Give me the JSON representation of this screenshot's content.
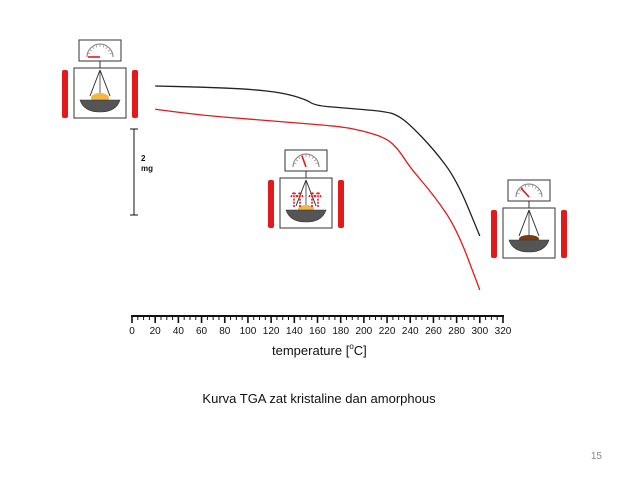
{
  "slide": {
    "caption": "Kurva TGA  zat kristaline dan amorphous",
    "page_number": "15"
  },
  "chart_data": {
    "type": "line",
    "title": "",
    "xlabel": "temperature",
    "xlabel_unit": "[°C]",
    "ylabel": "",
    "xlim": [
      0,
      320
    ],
    "x_ticks": [
      0,
      20,
      40,
      60,
      80,
      100,
      120,
      140,
      160,
      180,
      200,
      220,
      240,
      260,
      280,
      300,
      320
    ],
    "scale_bar": {
      "value": "2",
      "unit": "mg"
    },
    "series": [
      {
        "color": "#222222",
        "x": [
          20,
          60,
          100,
          130,
          150,
          158,
          180,
          220,
          230,
          240,
          260,
          280,
          300
        ],
        "y": [
          0,
          0.15,
          0.4,
          0.9,
          1.8,
          2.6,
          2.9,
          3.4,
          4.0,
          5.2,
          8.4,
          12.5,
          20.0
        ]
      },
      {
        "color": "#e31a1c",
        "x": [
          20,
          60,
          100,
          140,
          180,
          200,
          220,
          230,
          240,
          260,
          280,
          300
        ],
        "y": [
          3.1,
          3.9,
          4.4,
          4.9,
          5.4,
          6.0,
          7.0,
          8.5,
          10.9,
          14.5,
          19.0,
          27.2
        ]
      }
    ],
    "annotations": [
      {
        "type": "balance-icon",
        "state": "full-sample"
      },
      {
        "type": "balance-icon",
        "state": "sample-decomposing"
      },
      {
        "type": "balance-icon",
        "state": "residue"
      }
    ],
    "colors": {
      "frame": "#e31a1c",
      "sample": "#f5b642",
      "residue": "#7a3b12",
      "pan": "#555555"
    }
  }
}
